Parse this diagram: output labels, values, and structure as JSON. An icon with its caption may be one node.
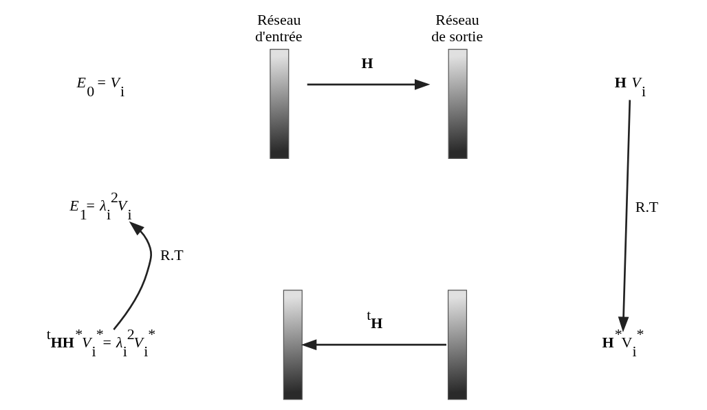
{
  "diagram": {
    "nodes": [
      {
        "text": [],
        "shape": "bar",
        "beside": [
          "Réseau d'entrée"
        ]
      },
      {
        "text": [],
        "shape": "bar",
        "beside": [
          "Réseau de sortie"
        ]
      },
      {
        "text": [
          "**H** *V*$_{i}$"
        ]
      },
      {
        "text": [
          "*E*$_{1}$= *λ*$_{i}$$^{2}$*V*$_{i}$"
        ]
      },
      {
        "text": [],
        "shape": "bar"
      },
      {
        "text": [],
        "shape": "bar"
      },
      {
        "text": [
          "**H**$^{*}$V$_{i}$$^{*}$"
        ]
      },
      {
        "text": [
          "$^{t}$**HH**$^{*}$*V*$_{i}$$^{*}$= *λ*$_{i}$$^{2}$*V*$_{i}$$^{*}$"
        ]
      }
    ],
    "edges": [
      {
        "from": 0,
        "to": 1,
        "arrow": "to",
        "label": "**H**"
      },
      {
        "from": 2,
        "to": 6,
        "arrow": "to",
        "label": "R.T"
      },
      {
        "from": 5,
        "to": 4,
        "arrow": "to",
        "label": "$^{t}$**H**"
      },
      {
        "from": 7,
        "to": 3,
        "arrow": "to",
        "label": "R.T"
      }
    ],
    "labels": [
      "*E*$_{0}$ = *V*$_{i}$"
    ]
  }
}
